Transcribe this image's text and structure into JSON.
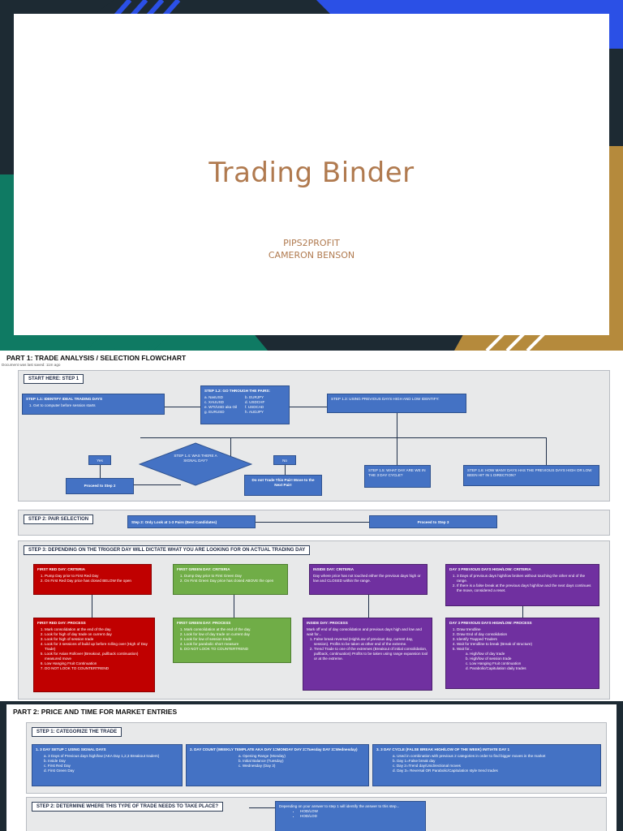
{
  "slide": {
    "title": "Trading Binder",
    "subtitle_line1": "PIPS2PROFIT",
    "subtitle_line2": "CAMERON BENSON",
    "colors": {
      "navy": "#1d2a33",
      "blue": "#2b50e6",
      "teal": "#0f7a63",
      "gold": "#b58a3c",
      "title": "#b07a4f"
    }
  },
  "part1": {
    "heading": "PART 1: TRADE ANALYSIS / SELECTION FLOWCHART",
    "last_edit": "Document was last saved: 11m ago",
    "step1": {
      "label": "START HERE: STEP 1",
      "box_1_1_title": "STEP 1.1: IDENTIFY IDEAL TRADING DAYS",
      "box_1_1_item": "Get to computer before session starts",
      "box_1_2_title": "STEP 1.2: GO THROUGH THE PAIRS:",
      "pairs": [
        "a. NasUSD",
        "b. EURJPY",
        "c. XAUUSD",
        "d. USDCHF",
        "e. WTI/USD aka Oil",
        "f. USDCAD",
        "g. EURUSD",
        "h. AUDJPY"
      ],
      "box_1_3": "STEP 1.3: USING PREVIOUS DAYS HIGH AND LOW IDENTIFY:",
      "diamond": "STEP 1.4: WAS THERE A SIGNAL DAY?",
      "yes": "Yes",
      "no": "No",
      "proceed": "Proceed to Step 2",
      "do_not_trade": "Do not Trade This Pair! Move to the Next Pair!",
      "box_1_5": "STEP 1.5: WHAT DAY ARE WE IN THE 3 DAY CYCLE?",
      "box_1_6": "STEP 1.6: HOW MANY DAYS HAS THE PREVIOUS DAYS HIGH OR LOW BEEN HIT IN 1 DIRECTION?"
    },
    "step2": {
      "label": "STEP 2: PAIR SELECTION",
      "box_a": "Step 2: Only Look at 1-3 Pairs (Best Candidates)",
      "box_b": "Proceed to Step 3"
    },
    "step3": {
      "label": "STEP 3: DEPENDING ON THE TRIGGER DAY WILL DICTATE WHAT YOU ARE LOOKING FOR ON ACTUAL TRADING DAY",
      "red_criteria_title": "FIRST RED DAY: CRITERIA",
      "red_criteria": [
        "Pump Day prior to First Red Day",
        "On First Red Day price has closed BELOW the open"
      ],
      "green_criteria_title": "FIRST GREEN DAY: CRITERIA",
      "green_criteria": [
        "Dump Day prior to First Green Day",
        "On First Green Day price has closed ABOVE the open"
      ],
      "inside_criteria_title": "INSIDE DAY: CRITERIA",
      "inside_criteria_text": "Day where price has not touched either the previous days high or low and CLOSED within the range.",
      "d3_criteria_title": "DAY 3 PREVIOUS DAYS HIGH/LOW: CRITERIA",
      "d3_criteria": [
        "3 Days of previous days high/low broken without touching the other end of the range.",
        "If there is a false break at the previous days high/low and the next days continues the move, considered a reset."
      ],
      "red_process_title": "FIRST RED DAY: PROCESS",
      "red_process": [
        "Mark consolidation at the end of the day.",
        "Look for high of day trade on current day",
        "Look for high of session trade",
        "Look for 3 sessions of build up before rolling over (High of Day Trade)",
        "Look for Asian Rollover (Breakout, pullback continuation) measured move",
        "Low Hanging Fruit Continuation",
        "DO NOT LOOK TO COUNTERTREND"
      ],
      "green_process_title": "FIRST GREEN DAY: PROCESS",
      "green_process": [
        "Mark consolidation at the end of the day.",
        "Look for low of day trade on current day",
        "Look for low of session trade",
        "Look for parabolic short measure",
        "DO NOT LOOK TO COUNTERTREND"
      ],
      "inside_process_title": "INSIDE DAY: PROCESS",
      "inside_process_text": "Mark off end of day consolidation and previous days high and low and wait for...",
      "inside_process": [
        "False break reversal (High/Low of previous day, current day, session). Profits to be taken at other end of the extreme.",
        "Trend Trade to one of the extremes (Breakout of initial consolidation, pullback, continuation) Profits to be taken using range expansion tool or at the extreme."
      ],
      "d3_process_title": "DAY 3 PREVIOUS DAYS HIGH/LOW: PROCESS",
      "d3_process": [
        "Draw trendline",
        "Draw End of day consolidation",
        "Identify Trapped Traders",
        "Wait for trendline to break (Break of structure)",
        "Wait for..."
      ],
      "d3_process_sub": [
        "a. High/low of day trade",
        "b. High/low of session trade",
        "c. Low Hanging Fruit continuation",
        "d. Parabolic/Capitulation daily trades"
      ]
    }
  },
  "part2": {
    "heading": "PART 2: PRICE AND TIME FOR MARKET ENTRIES",
    "step1_label": "STEP 1: CATEGORIZE THE TRADE",
    "col1_title": "1.   3 DAY SETUP = USING SIGNAL DAYS",
    "col1_items": [
      "a.  3 Days of Previous days high/low (AKA Day 1,2,3 Breakout traders)",
      "b.  Inside Day",
      "c.  First Red Day",
      "d.  First Green Day"
    ],
    "col2_title": "2.   DAY COUNT (WEEKLY TEMPLATE AKA DAY 1=MONDAY DAY 2=Tuesday DAY 3=Wednesday)",
    "col2_items": [
      "a.  Opening Range (Monday)",
      "b.  Initial Balance (Tuesday)",
      "c.  Wednesday (Day 3)"
    ],
    "col3_title": "3.   3 DAY CYCLE (FALSE BREAK HIGH/LOW OF THE WEEK) INITIATE DAY 1",
    "col3_items": [
      "a.  Used in combination with previous 2 categories in order to find bigger moves in the market",
      "b.  Day 1=False break day",
      "c.  Day 2=Trend day/Unidirectional moves",
      "d.  Day 3= Reversal OR Parabolic/Capitulation style trend trades"
    ],
    "step2_label": "STEP 2: DETERMINE WHERE THIS TYPE OF TRADE NEEDS TO TAKE PLACE?",
    "step2_box_text": "Depending on your answer to step 1 will identify the answer to this step...",
    "step2_items": [
      "HOD/LOW",
      "HOD/LOD"
    ]
  }
}
